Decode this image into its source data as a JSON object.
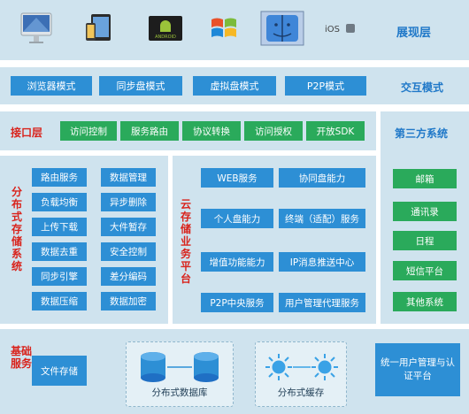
{
  "presentation": {
    "title": "展现层",
    "devices": [
      {
        "icon": "imac-icon"
      },
      {
        "icon": "tablet-phone-icon"
      },
      {
        "icon": "android-icon",
        "label": "ANDROID"
      },
      {
        "icon": "windows-icon"
      },
      {
        "icon": "mac-finder-icon"
      },
      {
        "icon": "ios-icon",
        "label": "iOS"
      }
    ]
  },
  "interaction": {
    "title": "交互模式",
    "modes": [
      "浏览器模式",
      "同步盘模式",
      "虚拟盘模式",
      "P2P模式"
    ]
  },
  "interface": {
    "title": "接口层",
    "items": [
      "访问控制",
      "服务路由",
      "协议转换",
      "访问授权",
      "开放SDK"
    ]
  },
  "third_party": {
    "title": "第三方系统",
    "items": [
      "邮箱",
      "通讯录",
      "日程",
      "短信平台",
      "其他系统"
    ]
  },
  "distributed_storage": {
    "title": "分布式存储系统",
    "left": [
      "路由服务",
      "负载均衡",
      "上传下载",
      "数据去重",
      "同步引擎",
      "数据压缩"
    ],
    "right": [
      "数据管理",
      "异步删除",
      "大件暂存",
      "安全控制",
      "差分编码",
      "数据加密"
    ]
  },
  "cloud_platform": {
    "title": "云存储业务平台",
    "left": [
      "WEB服务",
      "个人盘能力",
      "增值功能能力",
      "P2P中央服务"
    ],
    "right": [
      "协同盘能力",
      "终端（适配）服务",
      "IP消息推送中心",
      "用户管理代理服务"
    ]
  },
  "basic": {
    "title": "基础服务",
    "file_storage": "文件存储",
    "db_label": "分布式数据库",
    "cache_label": "分布式缓存",
    "unified": "统一用户管理与认证平台"
  },
  "colors": {
    "band": "#cfe3ee",
    "blue_button": "#2d8fd5",
    "green_button": "#2aaa5b",
    "title_blue": "#1f78c8",
    "title_red": "#d9231c"
  }
}
